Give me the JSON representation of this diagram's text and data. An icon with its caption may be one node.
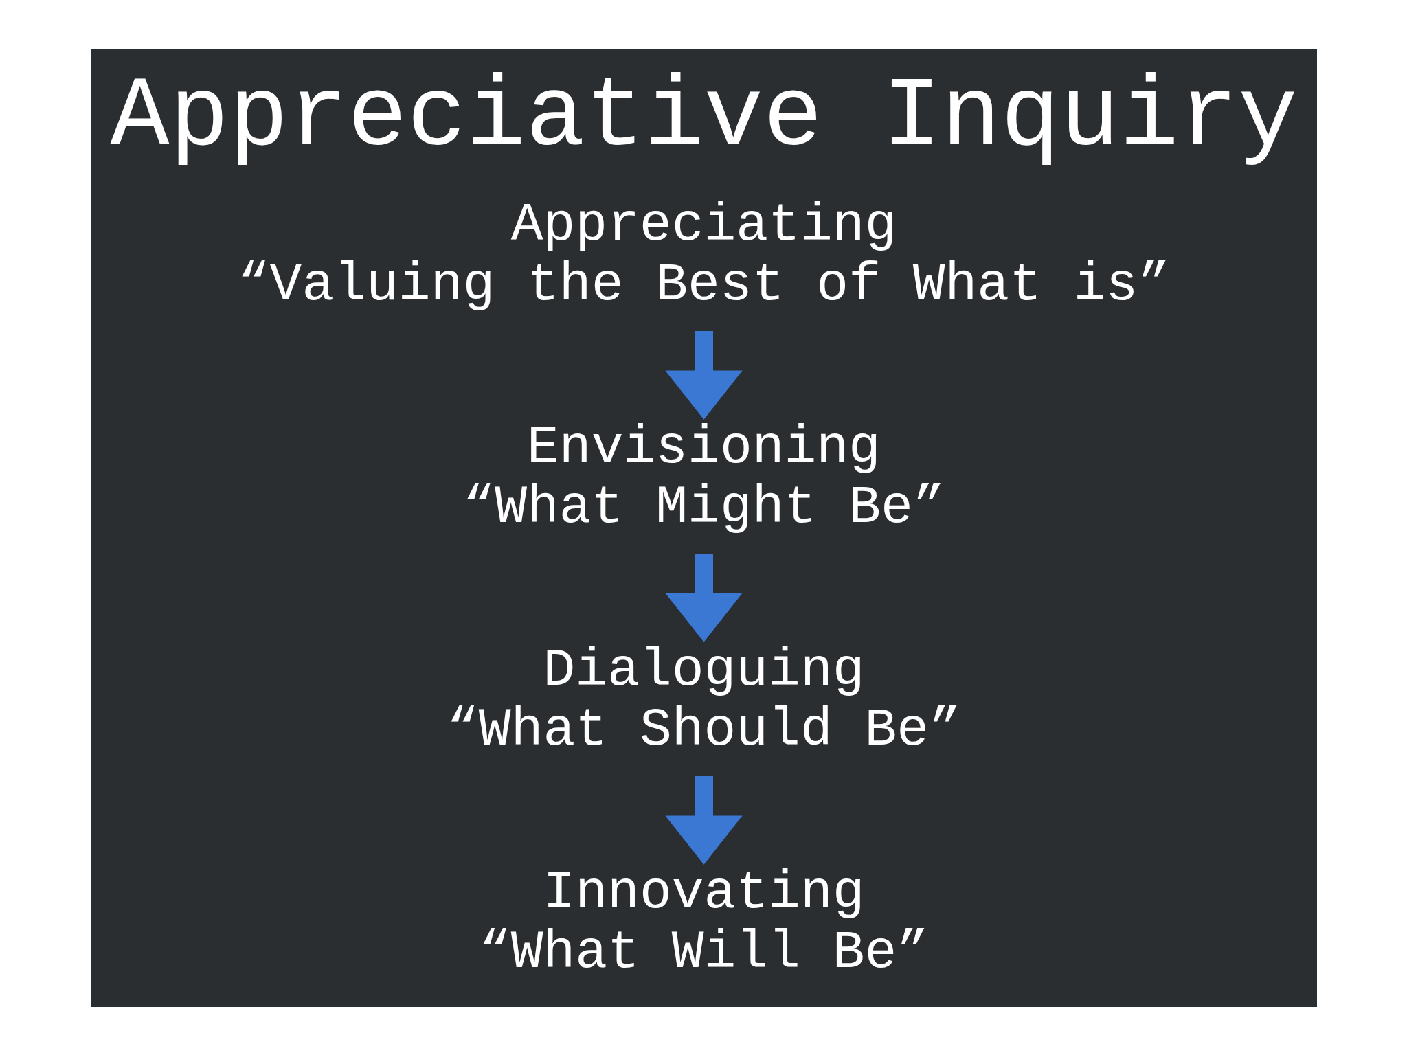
{
  "diagram": {
    "title": "Appreciative Inquiry",
    "nodes": [
      {
        "text": [
          "Appreciating",
          "“Valuing the Best of What is”"
        ]
      },
      {
        "text": [
          "Envisioning",
          "“What Might Be”"
        ]
      },
      {
        "text": [
          "Dialoguing",
          "“What Should Be”"
        ]
      },
      {
        "text": [
          "Innovating",
          "“What Will Be”"
        ]
      }
    ],
    "edges": [
      {
        "from": 0,
        "to": 1,
        "arrow": "to"
      },
      {
        "from": 1,
        "to": 2,
        "arrow": "to"
      },
      {
        "from": 2,
        "to": 3,
        "arrow": "to"
      }
    ]
  }
}
